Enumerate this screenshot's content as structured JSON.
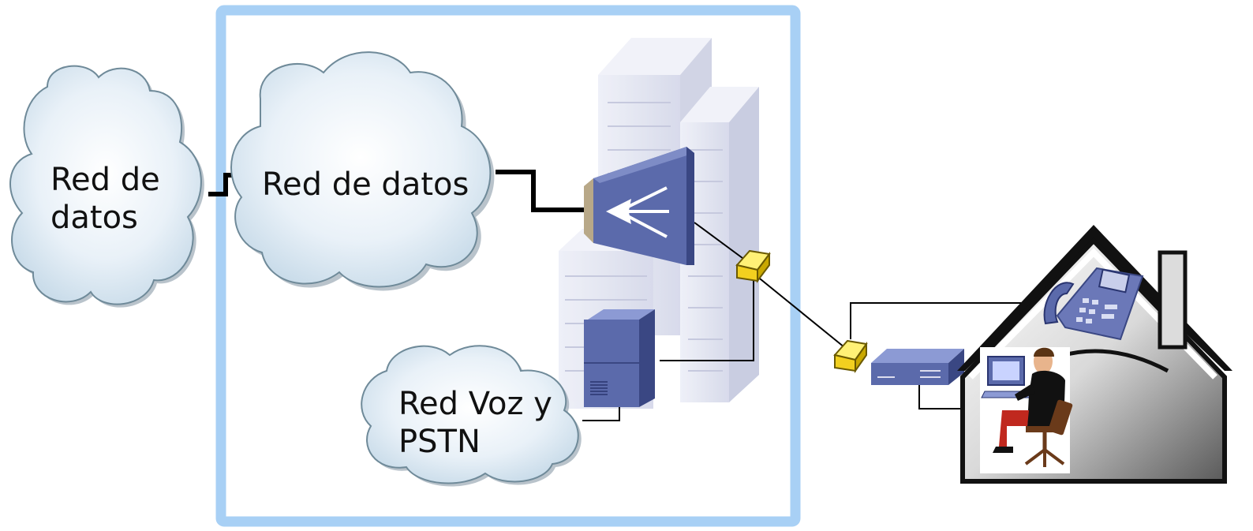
{
  "clouds": {
    "external_data_network": "Red de\ndatos",
    "internal_data_network": "Red de datos",
    "voice_pstn_network": "Red Voz y\nPSTN"
  },
  "colors": {
    "frame_border": "#a8d0f5",
    "cloud_fill": "#dce9f4",
    "cloud_stroke": "#6f8a99",
    "device_blue": "#5b6aab",
    "device_dark": "#3a4783",
    "connector_yellow": "#f2d01f",
    "building": "#e3e5f2",
    "cable": "#000000"
  },
  "icons": {
    "switch": "layer3-switch-icon",
    "server": "pbx-server-icon",
    "modem_cpe": "modem-icon",
    "connector": "network-adapter-icon",
    "phone": "ip-phone-icon",
    "house": "home-icon",
    "worker": "home-user-icon",
    "building": "enterprise-building-icon"
  }
}
